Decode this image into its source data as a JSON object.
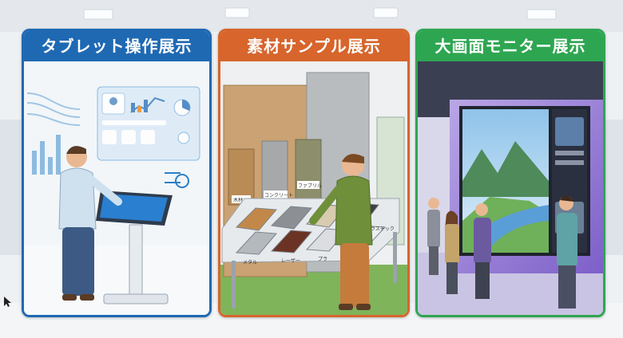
{
  "panels": [
    {
      "title": "タブレット操作展示",
      "color": "#1f69b3"
    },
    {
      "title": "素材サンプル展示",
      "color": "#d7652c"
    },
    {
      "title": "大画面モニター展示",
      "color": "#2ea651"
    }
  ],
  "material_labels": {
    "wood": "木材",
    "concrete": "コンクリート",
    "fabric": "ファブリル",
    "metal": "メタル",
    "leather": "レーザー",
    "plastic_short": "プラ",
    "plastic": "プラスチック"
  }
}
